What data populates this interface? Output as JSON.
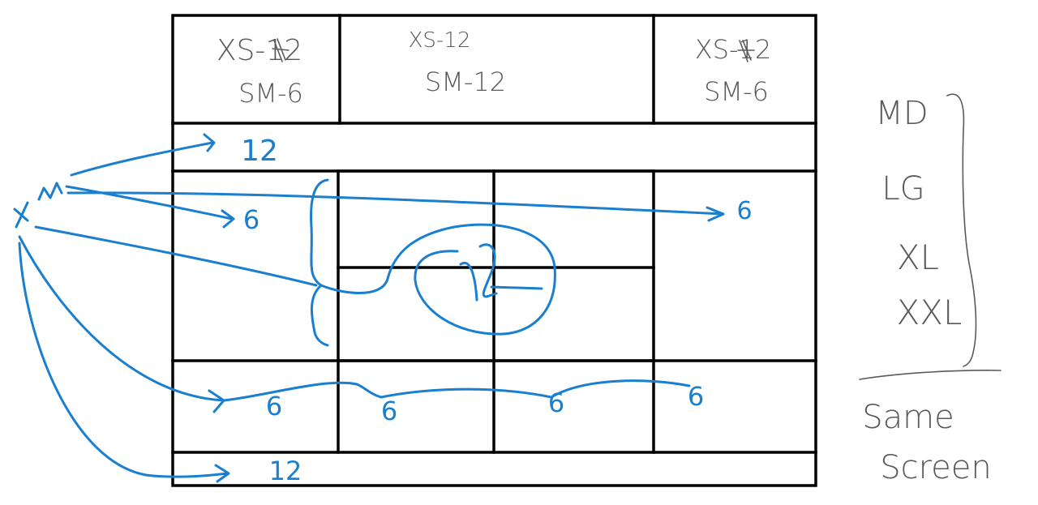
{
  "colors": {
    "ink": "#000000",
    "pencil": "#5a5a5a",
    "marker": "#1b7fcf",
    "background": "#ffffff"
  },
  "header_cells": [
    {
      "line1": "XS-12",
      "line2": "SM-6"
    },
    {
      "line1": "XS-12",
      "line2": "SM-12"
    },
    {
      "line1": "XS-12",
      "line2": "SM-6"
    }
  ],
  "xm_label": "XM",
  "blue_labels": {
    "row1": "12",
    "left_col": "6",
    "right_col": "6",
    "center": "12",
    "bottom_cols": [
      "6",
      "6",
      "6",
      "6"
    ],
    "footer": "12"
  },
  "breakpoints": [
    "MD",
    "LG",
    "XL",
    "XXL"
  ],
  "same_screen": [
    "Same",
    "Screen"
  ]
}
